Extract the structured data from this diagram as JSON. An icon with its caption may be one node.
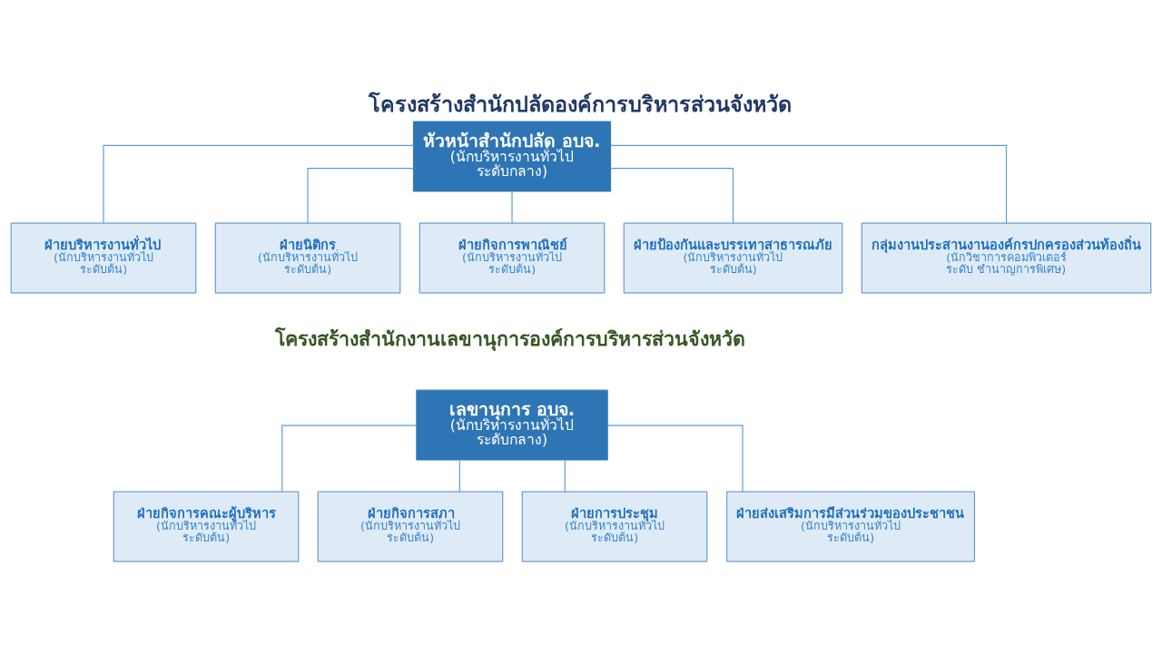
{
  "diagram": {
    "title": "โครงสร้างสำนักปลัดองค์การบริหารส่วนจังหวัด",
    "nodes": [
      {
        "text": [
          "หัวหน้าสำนักปลัด อบจ.",
          "(นักบริหารงานทั่วไป ระดับกลาง)"
        ]
      },
      {
        "text": [
          "ฝ่ายบริหารงานทั่วไป",
          "(นักบริหารงานทั่วไป ระดับต้น)"
        ]
      },
      {
        "text": [
          "ฝ่ายนิติกร",
          "(นักบริหารงานทั่วไป ระดับต้น)"
        ]
      },
      {
        "text": [
          "ฝ่ายกิจการพาณิชย์",
          "(นักบริหารงานทั่วไป ระดับต้น)"
        ]
      },
      {
        "text": [
          "ฝ่ายป้องกันและบรรเทาสาธารณภัย",
          "(นักบริหารงานทั่วไป ระดับต้น)"
        ]
      },
      {
        "text": [
          "กลุ่มงานประสานงานองค์กรปกครองส่วนท้องถิ่น",
          "(นักวิชาการคอมพิวเตอร์ ระดับ ชำนาญการพิเศษ)"
        ]
      },
      {
        "text": [
          "เลขานุการ อบจ.",
          "(นักบริหารงานทั่วไป ระดับกลาง)"
        ]
      },
      {
        "text": [
          "ฝ่ายกิจการคณะผู้บริหาร",
          "(นักบริหารงานทั่วไป ระดับต้น)"
        ]
      },
      {
        "text": [
          "ฝ่ายกิจการสภา",
          "(นักบริหารงานทั่วไป ระดับต้น)"
        ]
      },
      {
        "text": [
          "ฝ่ายการประชุม",
          "(นักบริหารงานทั่วไป ระดับต้น)"
        ]
      },
      {
        "text": [
          "ฝ่ายส่งเสริมการมีส่วนร่วมของประชาชน",
          "(นักบริหารงานทั่วไป ระดับต้น)"
        ]
      }
    ],
    "edges": [
      {
        "from": 0,
        "to": 1,
        "arrow": "none"
      },
      {
        "from": 0,
        "to": 2,
        "arrow": "none"
      },
      {
        "from": 0,
        "to": 3,
        "arrow": "none"
      },
      {
        "from": 0,
        "to": 4,
        "arrow": "none"
      },
      {
        "from": 0,
        "to": 5,
        "arrow": "none"
      },
      {
        "from": 6,
        "to": 7,
        "arrow": "none"
      },
      {
        "from": 6,
        "to": 8,
        "arrow": "none"
      },
      {
        "from": 6,
        "to": 9,
        "arrow": "none"
      },
      {
        "from": 6,
        "to": 10,
        "arrow": "none"
      }
    ],
    "labels": [
      "โครงสร้างสำนักงานเลขานุการองค์การบริหารส่วนจังหวัด"
    ]
  }
}
